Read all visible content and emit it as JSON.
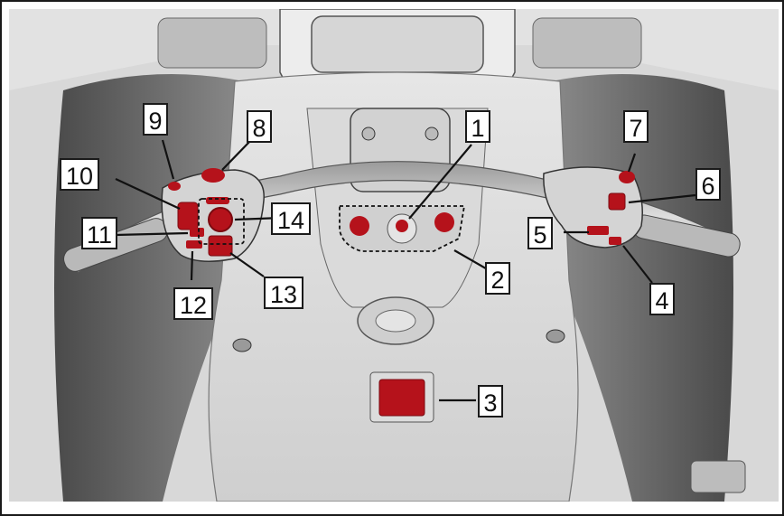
{
  "figure": {
    "type": "control-locations-diagram",
    "colors": {
      "highlight": "#b5121b",
      "highlight_dark": "#7a0a10",
      "background_gray": "#c9c9c9",
      "frame": "#1a1a1a"
    },
    "callouts": [
      {
        "number": "1"
      },
      {
        "number": "2"
      },
      {
        "number": "3"
      },
      {
        "number": "4"
      },
      {
        "number": "5"
      },
      {
        "number": "6"
      },
      {
        "number": "7"
      },
      {
        "number": "8"
      },
      {
        "number": "9"
      },
      {
        "number": "10"
      },
      {
        "number": "11"
      },
      {
        "number": "12"
      },
      {
        "number": "13"
      },
      {
        "number": "14"
      }
    ]
  }
}
